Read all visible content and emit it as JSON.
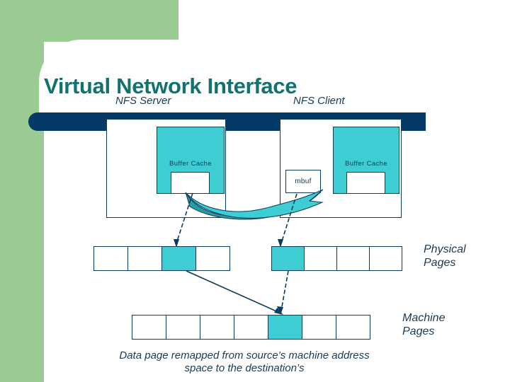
{
  "slide": {
    "title": "Virtual Network Interface",
    "caption": "Data page remapped from source’s machine address\nspace to the destination’s"
  },
  "colors": {
    "green": "#9acb93",
    "dark_blue_bar": "#053966",
    "title_teal": "#14726e",
    "cell_fill": "#3fcdd4",
    "outline": "#0b3c5d",
    "swoosh": "#3fcdd4",
    "swoosh_shadow": "#2a9aa3"
  },
  "diagram": {
    "hosts": [
      {
        "name": "server",
        "label": "NFS Server",
        "buffer_cache_label": "Buffer Cache"
      },
      {
        "name": "client",
        "label": "NFS Client",
        "buffer_cache_label": "Buffer Cache"
      }
    ],
    "mbuf": {
      "label": "mbuf"
    },
    "page_rows": [
      {
        "name": "physical-pages-server",
        "cells": 4,
        "filled_index": 2
      },
      {
        "name": "physical-pages-client",
        "cells": 4,
        "filled_index": 0
      },
      {
        "name": "machine-pages",
        "cells": 7,
        "filled_index": 4
      }
    ],
    "side_labels": [
      {
        "name": "physical-pages-label",
        "line1": "Physical",
        "line2": "Pages"
      },
      {
        "name": "machine-pages-label",
        "line1": "Machine",
        "line2": "Pages"
      }
    ]
  }
}
